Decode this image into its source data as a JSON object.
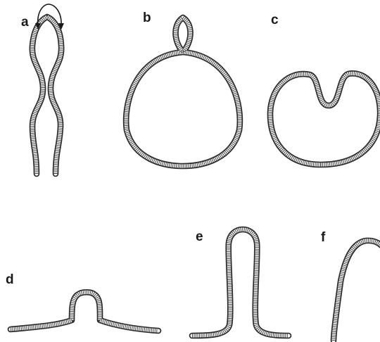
{
  "panels": [
    {
      "id": "a",
      "label": "a",
      "shape": "hairpin-with-twist-arrow"
    },
    {
      "id": "b",
      "label": "b",
      "shape": "loop-with-small-top-lobe"
    },
    {
      "id": "c",
      "label": "c",
      "shape": "kidney-loop"
    },
    {
      "id": "d",
      "label": "d",
      "shape": "low-arch"
    },
    {
      "id": "e",
      "label": "e",
      "shape": "tall-narrow-arch"
    },
    {
      "id": "f",
      "label": "f",
      "shape": "wide-arch-cropped"
    }
  ],
  "colors": {
    "ribbon_outline": "#2b2b2b",
    "ribbon_fill": "#f4f4f4",
    "ribbon_ticks": "#3a3a3a",
    "arrow": "#1a1a1a",
    "label": "#1a1a1a",
    "background": "#ffffff"
  }
}
